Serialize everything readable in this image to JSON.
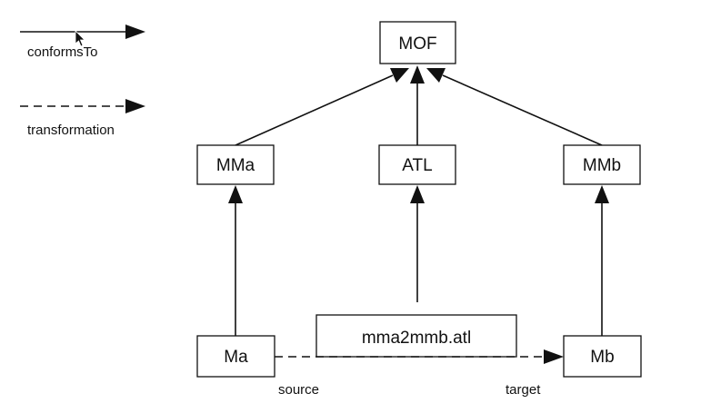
{
  "legend": {
    "conforms_label": "conformsTo",
    "transformation_label": "transformation"
  },
  "nodes": {
    "mof": "MOF",
    "mma": "MMa",
    "atl": "ATL",
    "mmb": "MMb",
    "ma": "Ma",
    "transformation": "mma2mmb.atl",
    "mb": "Mb"
  },
  "edge_labels": {
    "source": "source",
    "target": "target"
  },
  "colors": {
    "line": "#111111",
    "box_fill": "#ffffff"
  },
  "icons": {
    "cursor": "mouse-pointer-icon"
  }
}
